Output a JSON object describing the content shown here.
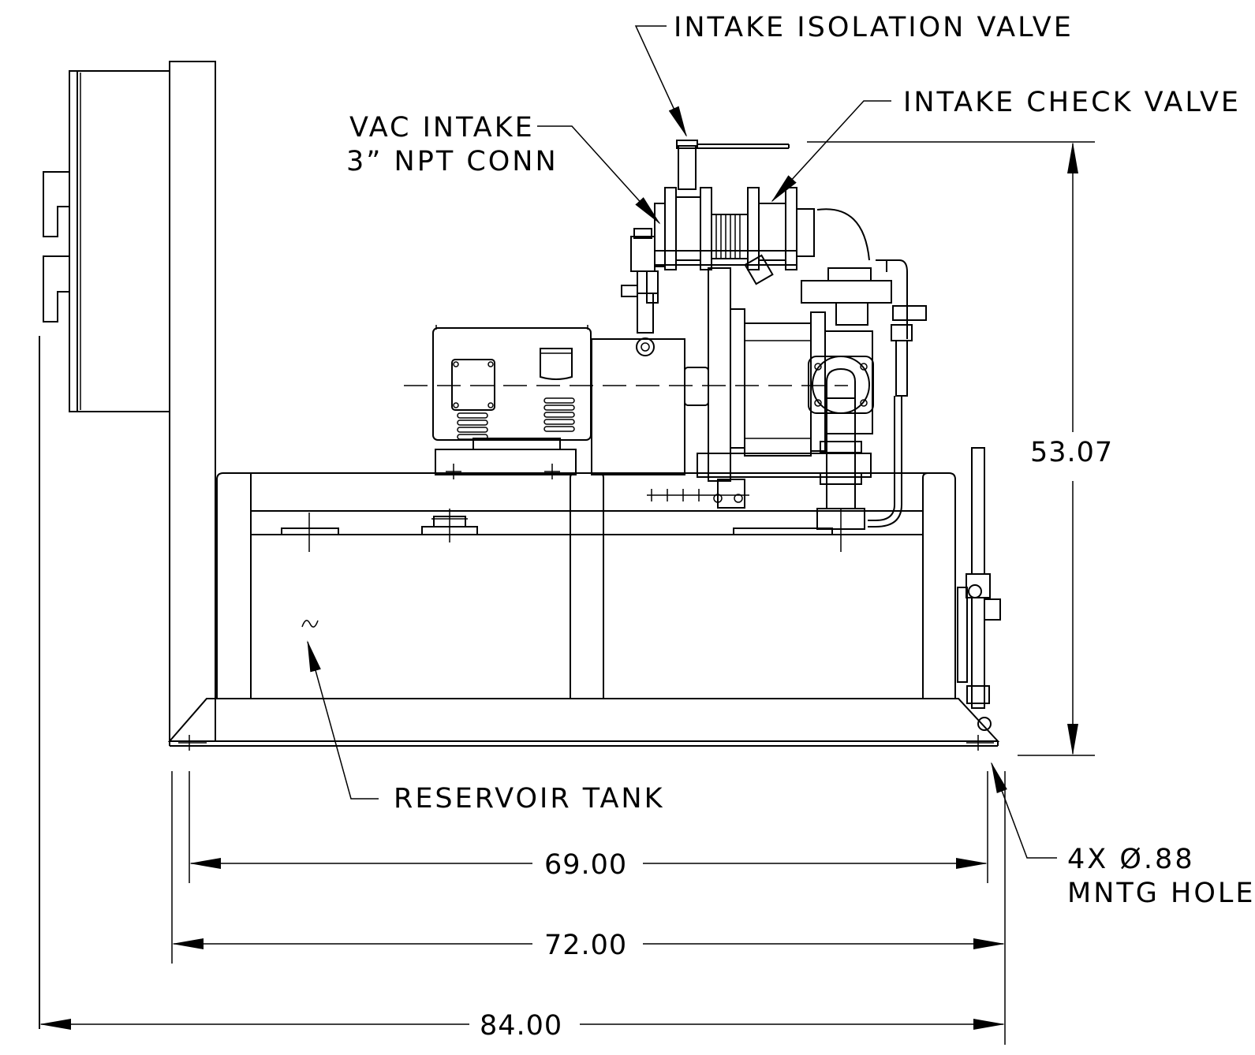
{
  "labels": {
    "intake_isolation_valve": "INTAKE  ISOLATION  VALVE",
    "intake_check_valve": "INTAKE  CHECK  VALVE",
    "vac_intake_line1": "VAC  INTAKE",
    "vac_intake_line2": "3”  NPT  CONN",
    "reservoir_tank": "RESERVOIR  TANK",
    "mounting_holes_line1": "4X  Ø.88",
    "mounting_holes_line2": "MNTG  HOLES"
  },
  "dimensions": {
    "overall_height": "53.07",
    "hole_spacing": "69.00",
    "base_width": "72.00",
    "overall_width": "84.00"
  }
}
